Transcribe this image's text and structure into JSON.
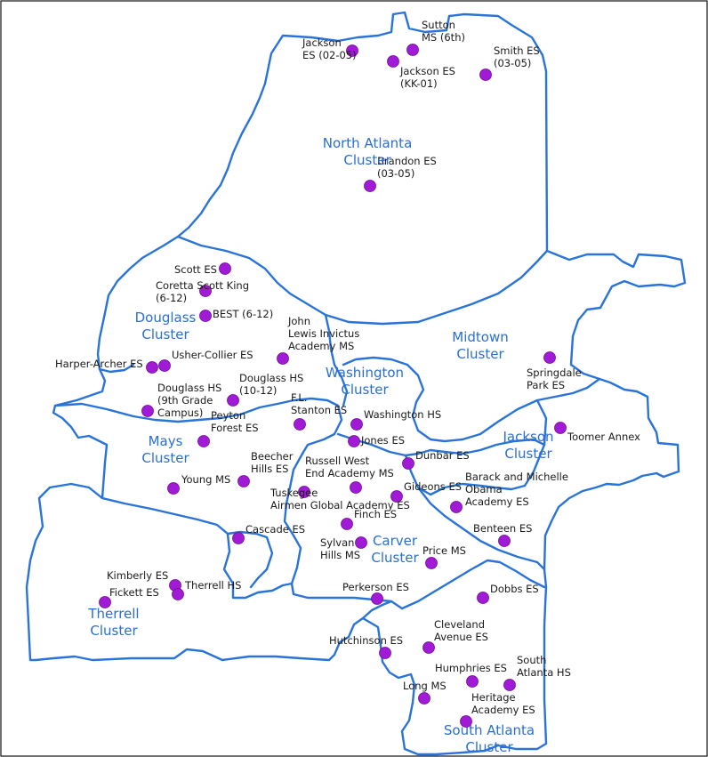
{
  "map": {
    "boundary_color": "#2a73d9",
    "school_color": "#a11ad6",
    "cluster_label_color": "#2a6fd0",
    "clusters": [
      {
        "id": "north-atlanta",
        "lines": [
          "North Atlanta",
          "Cluster"
        ]
      },
      {
        "id": "douglass",
        "lines": [
          "Douglass",
          "Cluster"
        ]
      },
      {
        "id": "midtown",
        "lines": [
          "Midtown",
          "Cluster"
        ]
      },
      {
        "id": "washington",
        "lines": [
          "Washington",
          "Cluster"
        ]
      },
      {
        "id": "mays",
        "lines": [
          "Mays",
          "Cluster"
        ]
      },
      {
        "id": "jackson",
        "lines": [
          "Jackson",
          "Cluster"
        ]
      },
      {
        "id": "carver",
        "lines": [
          "Carver",
          "Cluster"
        ]
      },
      {
        "id": "therrell",
        "lines": [
          "Therrell",
          "Cluster"
        ]
      },
      {
        "id": "south-atlanta",
        "lines": [
          "South Atlanta",
          "Cluster"
        ]
      }
    ],
    "schools": [
      {
        "id": "jackson-es-02-05",
        "lines": [
          "Jackson",
          "ES (02-05)"
        ]
      },
      {
        "id": "sutton-ms",
        "lines": [
          "Sutton",
          "MS (6th)"
        ]
      },
      {
        "id": "jackson-es-kk-01",
        "lines": [
          "Jackson ES",
          "(KK-01)"
        ]
      },
      {
        "id": "smith-es",
        "lines": [
          "Smith ES",
          "(03-05)"
        ]
      },
      {
        "id": "brandon-es",
        "lines": [
          "Brandon ES",
          "(03-05)"
        ]
      },
      {
        "id": "scott-es",
        "lines": [
          "Scott ES"
        ]
      },
      {
        "id": "coretta-scott-king",
        "lines": [
          "Coretta Scott King",
          "(6-12)"
        ]
      },
      {
        "id": "best",
        "lines": [
          "BEST (6-12)"
        ]
      },
      {
        "id": "john-lewis",
        "lines": [
          "John",
          "Lewis Invictus",
          "Academy MS"
        ]
      },
      {
        "id": "harper-archer",
        "lines": [
          "Harper-Archer ES"
        ]
      },
      {
        "id": "usher-collier",
        "lines": [
          "Usher-Collier ES"
        ]
      },
      {
        "id": "douglass-hs",
        "lines": [
          "Douglass HS",
          "(10-12)"
        ]
      },
      {
        "id": "douglass-hs-9th",
        "lines": [
          "Douglass HS",
          "(9th Grade",
          "Campus)"
        ]
      },
      {
        "id": "fl-stanton",
        "lines": [
          "F.L.",
          "Stanton ES"
        ]
      },
      {
        "id": "washington-hs",
        "lines": [
          "Washington HS"
        ]
      },
      {
        "id": "springdale-park",
        "lines": [
          "Springdale",
          "Park ES"
        ]
      },
      {
        "id": "peyton-forest",
        "lines": [
          "Peyton",
          "Forest ES"
        ]
      },
      {
        "id": "jones-es",
        "lines": [
          "Jones ES"
        ]
      },
      {
        "id": "toomer-annex",
        "lines": [
          "Toomer Annex"
        ]
      },
      {
        "id": "beecher-hills",
        "lines": [
          "Beecher",
          "Hills ES"
        ]
      },
      {
        "id": "russell-west-end",
        "lines": [
          "Russell West",
          "End Academy MS"
        ]
      },
      {
        "id": "dunbar-es",
        "lines": [
          "Dunbar ES"
        ]
      },
      {
        "id": "young-ms",
        "lines": [
          "Young MS"
        ]
      },
      {
        "id": "tuskegee-airmen",
        "lines": [
          "Tuskegee",
          "Airmen Global Academy ES"
        ]
      },
      {
        "id": "gideons-es",
        "lines": [
          "Gideons ES"
        ]
      },
      {
        "id": "barack-michelle-obama",
        "lines": [
          "Barack and Michelle",
          "Obama",
          "Academy ES"
        ]
      },
      {
        "id": "finch-es",
        "lines": [
          "Finch ES"
        ]
      },
      {
        "id": "cascade-es",
        "lines": [
          "Cascade ES"
        ]
      },
      {
        "id": "benteen-es",
        "lines": [
          "Benteen ES"
        ]
      },
      {
        "id": "sylvan-hills",
        "lines": [
          "Sylvan",
          "Hills MS"
        ]
      },
      {
        "id": "price-ms",
        "lines": [
          "Price MS"
        ]
      },
      {
        "id": "kimberly-es",
        "lines": [
          "Kimberly ES"
        ]
      },
      {
        "id": "fickett-es",
        "lines": [
          "Fickett ES"
        ]
      },
      {
        "id": "therrell-hs",
        "lines": [
          "Therrell HS"
        ]
      },
      {
        "id": "perkerson-es",
        "lines": [
          "Perkerson ES"
        ]
      },
      {
        "id": "dobbs-es",
        "lines": [
          "Dobbs ES"
        ]
      },
      {
        "id": "cleveland-avenue",
        "lines": [
          "Cleveland",
          "Avenue ES"
        ]
      },
      {
        "id": "hutchinson-es",
        "lines": [
          "Hutchinson ES"
        ]
      },
      {
        "id": "humphries-es",
        "lines": [
          "Humphries ES"
        ]
      },
      {
        "id": "south-atlanta-hs",
        "lines": [
          "South",
          "Atlanta HS"
        ]
      },
      {
        "id": "long-ms",
        "lines": [
          "Long MS"
        ]
      },
      {
        "id": "heritage-academy",
        "lines": [
          "Heritage",
          "Academy ES"
        ]
      }
    ]
  }
}
